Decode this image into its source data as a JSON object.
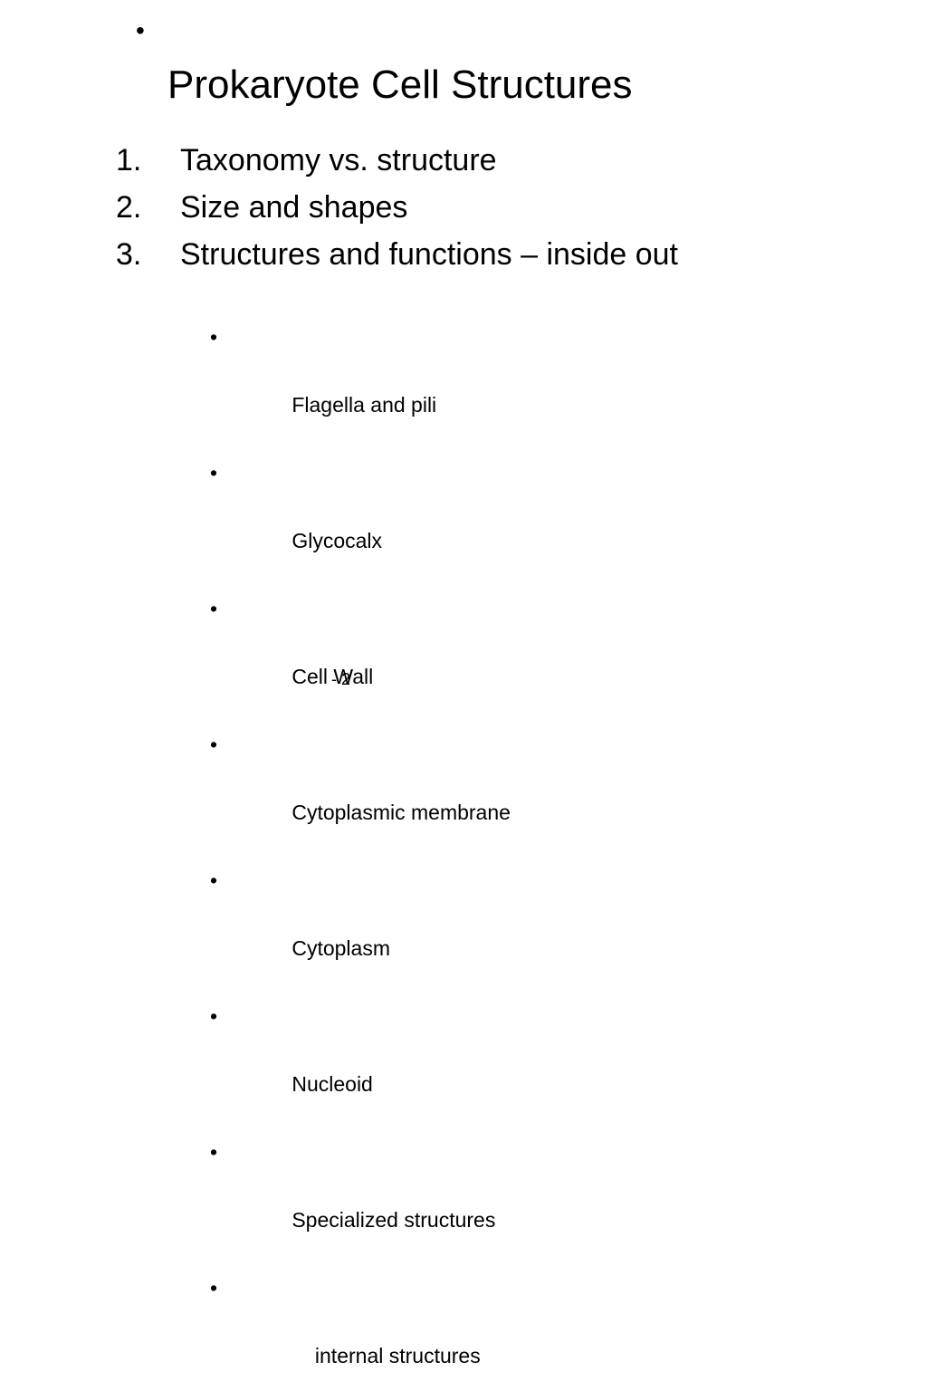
{
  "slide": {
    "top_bullet": "•",
    "title": "Prokaryote Cell Structures",
    "numbered_items": [
      {
        "marker": "1.",
        "text": "Taxonomy vs. structure"
      },
      {
        "marker": "2.",
        "text": "Size and shapes"
      },
      {
        "marker": "3.",
        "text": "Structures and functions – inside out"
      }
    ],
    "sub_bullet_char": "•",
    "sub_items": [
      "Flagella and pili",
      "Glycocalx",
      "Cell Wall",
      "Cytoplasmic membrane",
      "Cytoplasm",
      "Nucleoid",
      "Specialized structures",
      "    internal structures"
    ],
    "footer_mark": "- 2"
  }
}
